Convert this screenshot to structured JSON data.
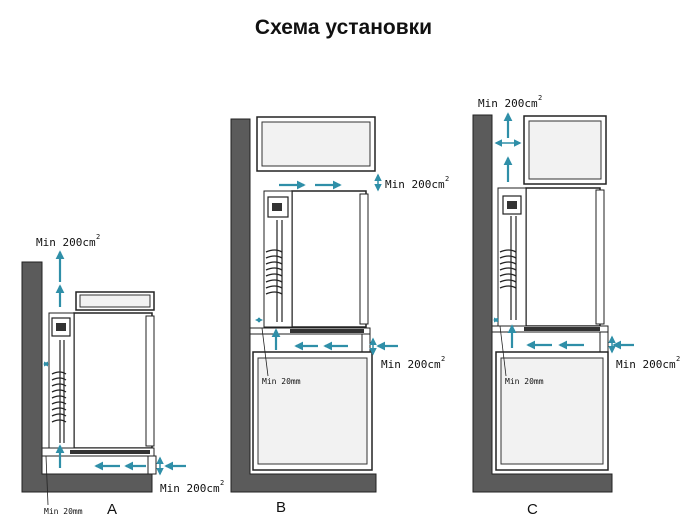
{
  "title": "Схема установки",
  "labels": {
    "min_area": "Min 200cm",
    "min_area_exp": "2",
    "min_gap": "Min 20mm"
  },
  "variants": [
    {
      "id": "A",
      "label": "A"
    },
    {
      "id": "B",
      "label": "B"
    },
    {
      "id": "C",
      "label": "C"
    }
  ],
  "colors": {
    "wall": "#5b5b5b",
    "airflow_arrow": "#2f8fa8",
    "outline": "#222222",
    "cabinet_inner": "#f2f2f2"
  }
}
